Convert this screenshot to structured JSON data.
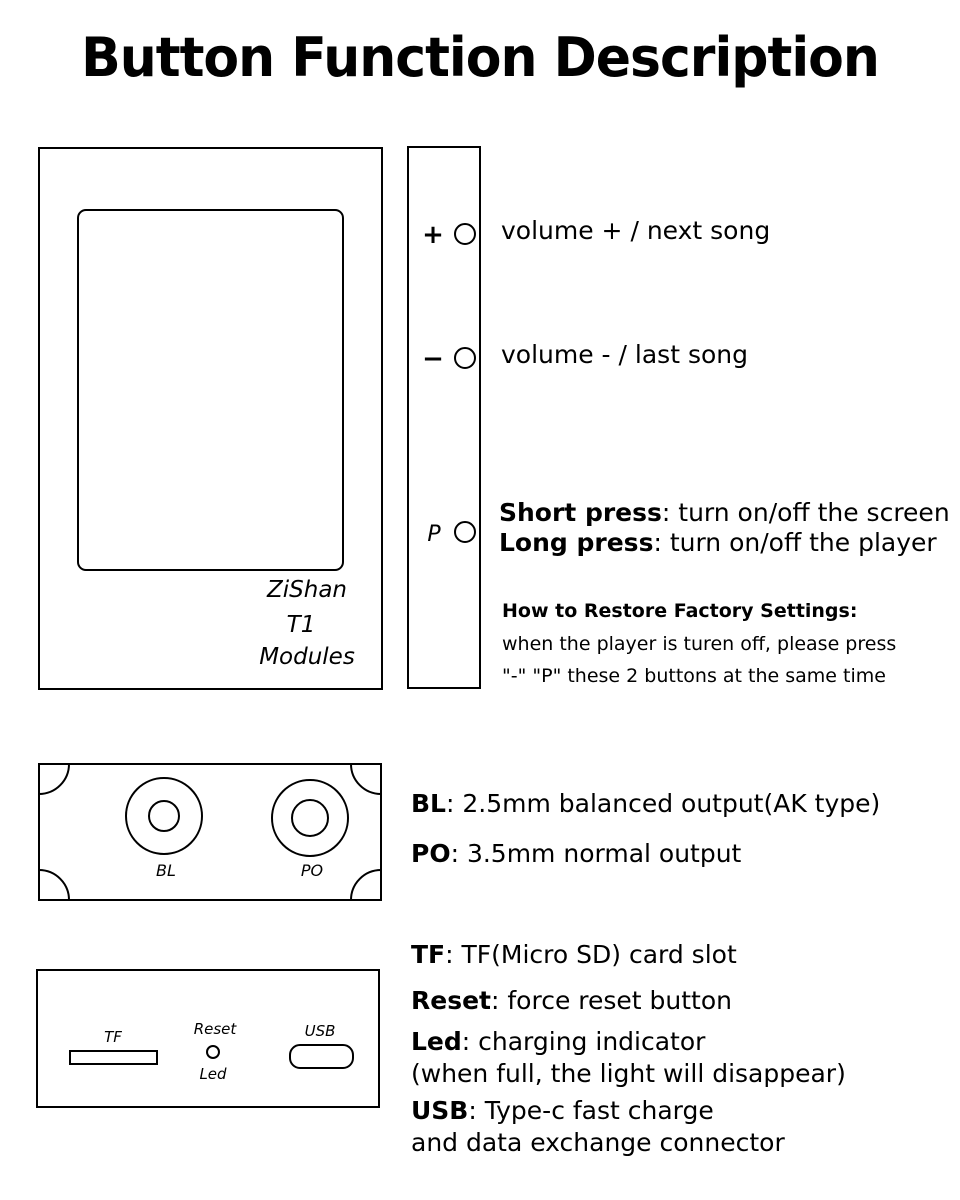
{
  "title": "Button Function Description",
  "front": {
    "brand": "ZiShan",
    "model": "T1",
    "sub": "Modules"
  },
  "side_buttons": [
    {
      "symbol": "+",
      "desc": "volume + / next song"
    },
    {
      "symbol": "−",
      "desc": "volume - / last song"
    },
    {
      "symbol": "P",
      "short_label": "Short press",
      "short_desc": ": turn on/off the screen",
      "long_label": "Long press",
      "long_desc": ": turn on/off the player"
    }
  ],
  "restore": {
    "heading": "How to Restore Factory Settings:",
    "line1": "when the player is turen off,  please press",
    "line2": "\"-\"  \"P\" these 2 buttons at the same time"
  },
  "top_ports": {
    "bl_label": "BL",
    "po_label": "PO",
    "bl_key": "BL",
    "bl_desc": ": 2.5mm balanced output(AK type)",
    "po_key": "PO",
    "po_desc": ": 3.5mm normal output"
  },
  "bottom_ports": {
    "tf_label": "TF",
    "reset_label": "Reset",
    "led_label": "Led",
    "usb_label": "USB",
    "tf_key": "TF",
    "tf_desc": ": TF(Micro SD) card slot",
    "reset_key": "Reset",
    "reset_desc": ": force reset button",
    "led_key": "Led",
    "led_desc": ": charging indicator",
    "led_desc2": "(when full, the light will disappear)",
    "usb_key": "USB",
    "usb_desc": ": Type-c fast charge",
    "usb_desc2": "and data exchange connector"
  }
}
